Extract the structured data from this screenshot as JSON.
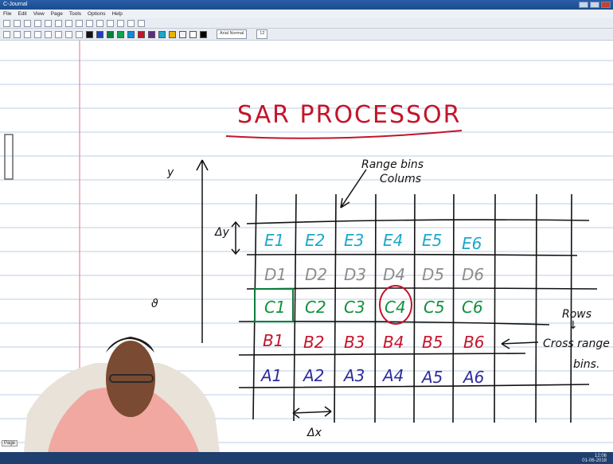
{
  "window": {
    "title": "C-Journal"
  },
  "menu": [
    "File",
    "Edit",
    "View",
    "Page",
    "Tools",
    "Options",
    "Help"
  ],
  "toolbar": {
    "font": "Arial Normal",
    "font_size": "12"
  },
  "palette": [
    "#111111",
    "#1d3fbf",
    "#0a7d3b",
    "#11a34a",
    "#0d8fd6",
    "#c4142a",
    "#5e2b87",
    "#1aa9c9",
    "#e6b300",
    "#f2f2f2",
    "#ffffff",
    "#000000"
  ],
  "status": {
    "page_label": "Page",
    "time": "12:06",
    "date": "01-06-2018"
  },
  "note": {
    "title": "SAR  PROCESSOR",
    "annotations": {
      "range_bins": "Range bins",
      "columns": "Colums",
      "y": "y",
      "delta_y": "Δy",
      "theta": "ϑ",
      "rows": "Rows",
      "down_arrow": "↓",
      "cross_range": "Cross range",
      "bins": "bins.",
      "delta_x": "Δx"
    },
    "grid": {
      "row_E": [
        "E1",
        "E2",
        "E3",
        "E4",
        "E5",
        "E6"
      ],
      "row_D": [
        "D1",
        "D2",
        "D3",
        "D4",
        "D5",
        "D6"
      ],
      "row_C": [
        "C1",
        "C2",
        "C3",
        "C4",
        "C5",
        "C6"
      ],
      "row_B": [
        "B1",
        "B2",
        "B3",
        "B4",
        "B5",
        "B6"
      ],
      "row_A": [
        "A1",
        "A2",
        "A3",
        "A4",
        "A5",
        "A6"
      ]
    },
    "colors": {
      "E": "#1aa9c9",
      "D": "#8c8c8c",
      "C": "#11913e",
      "B": "#c4142a",
      "A": "#2d2d9f",
      "title": "#c4142a"
    }
  }
}
